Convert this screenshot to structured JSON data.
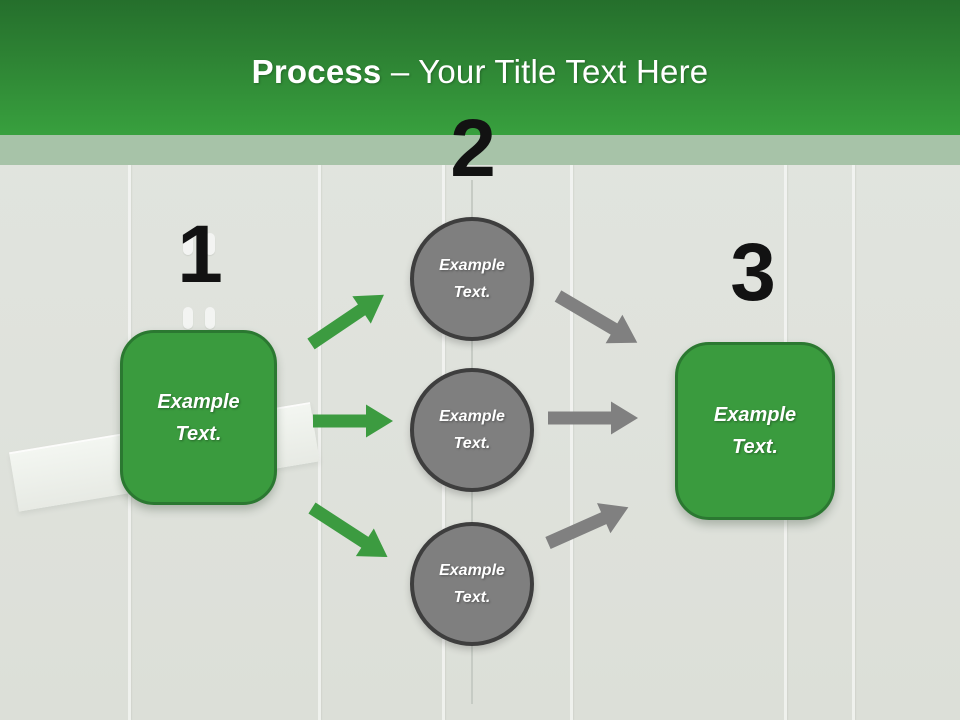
{
  "slide": {
    "header": {
      "title_bold": "Process",
      "title_rest": "– Your Title Text Here"
    },
    "steps": {
      "numbers": [
        "1",
        "2",
        "3"
      ]
    },
    "shapes": {
      "left_box": {
        "line1": "Example",
        "line2": "Text."
      },
      "circles": [
        {
          "line1": "Example",
          "line2": "Text."
        },
        {
          "line1": "Example",
          "line2": "Text."
        },
        {
          "line1": "Example",
          "line2": "Text."
        }
      ],
      "right_box": {
        "line1": "Example",
        "line2": "Text."
      }
    },
    "colors": {
      "header_green_top": "#256f2c",
      "header_green_bottom": "#38a03e",
      "pale_band_green": "#a7c3a8",
      "accent_green": "#3a9b3e",
      "green_border": "#2b7831",
      "arrow_green": "#3c9b40",
      "circle_gray": "#7f7f7f",
      "circle_border_gray": "#3e3e3e",
      "arrow_gray": "#808080",
      "background_gray": "#dfe2dc",
      "number_black": "#121212",
      "text_white": "#ffffff"
    }
  }
}
